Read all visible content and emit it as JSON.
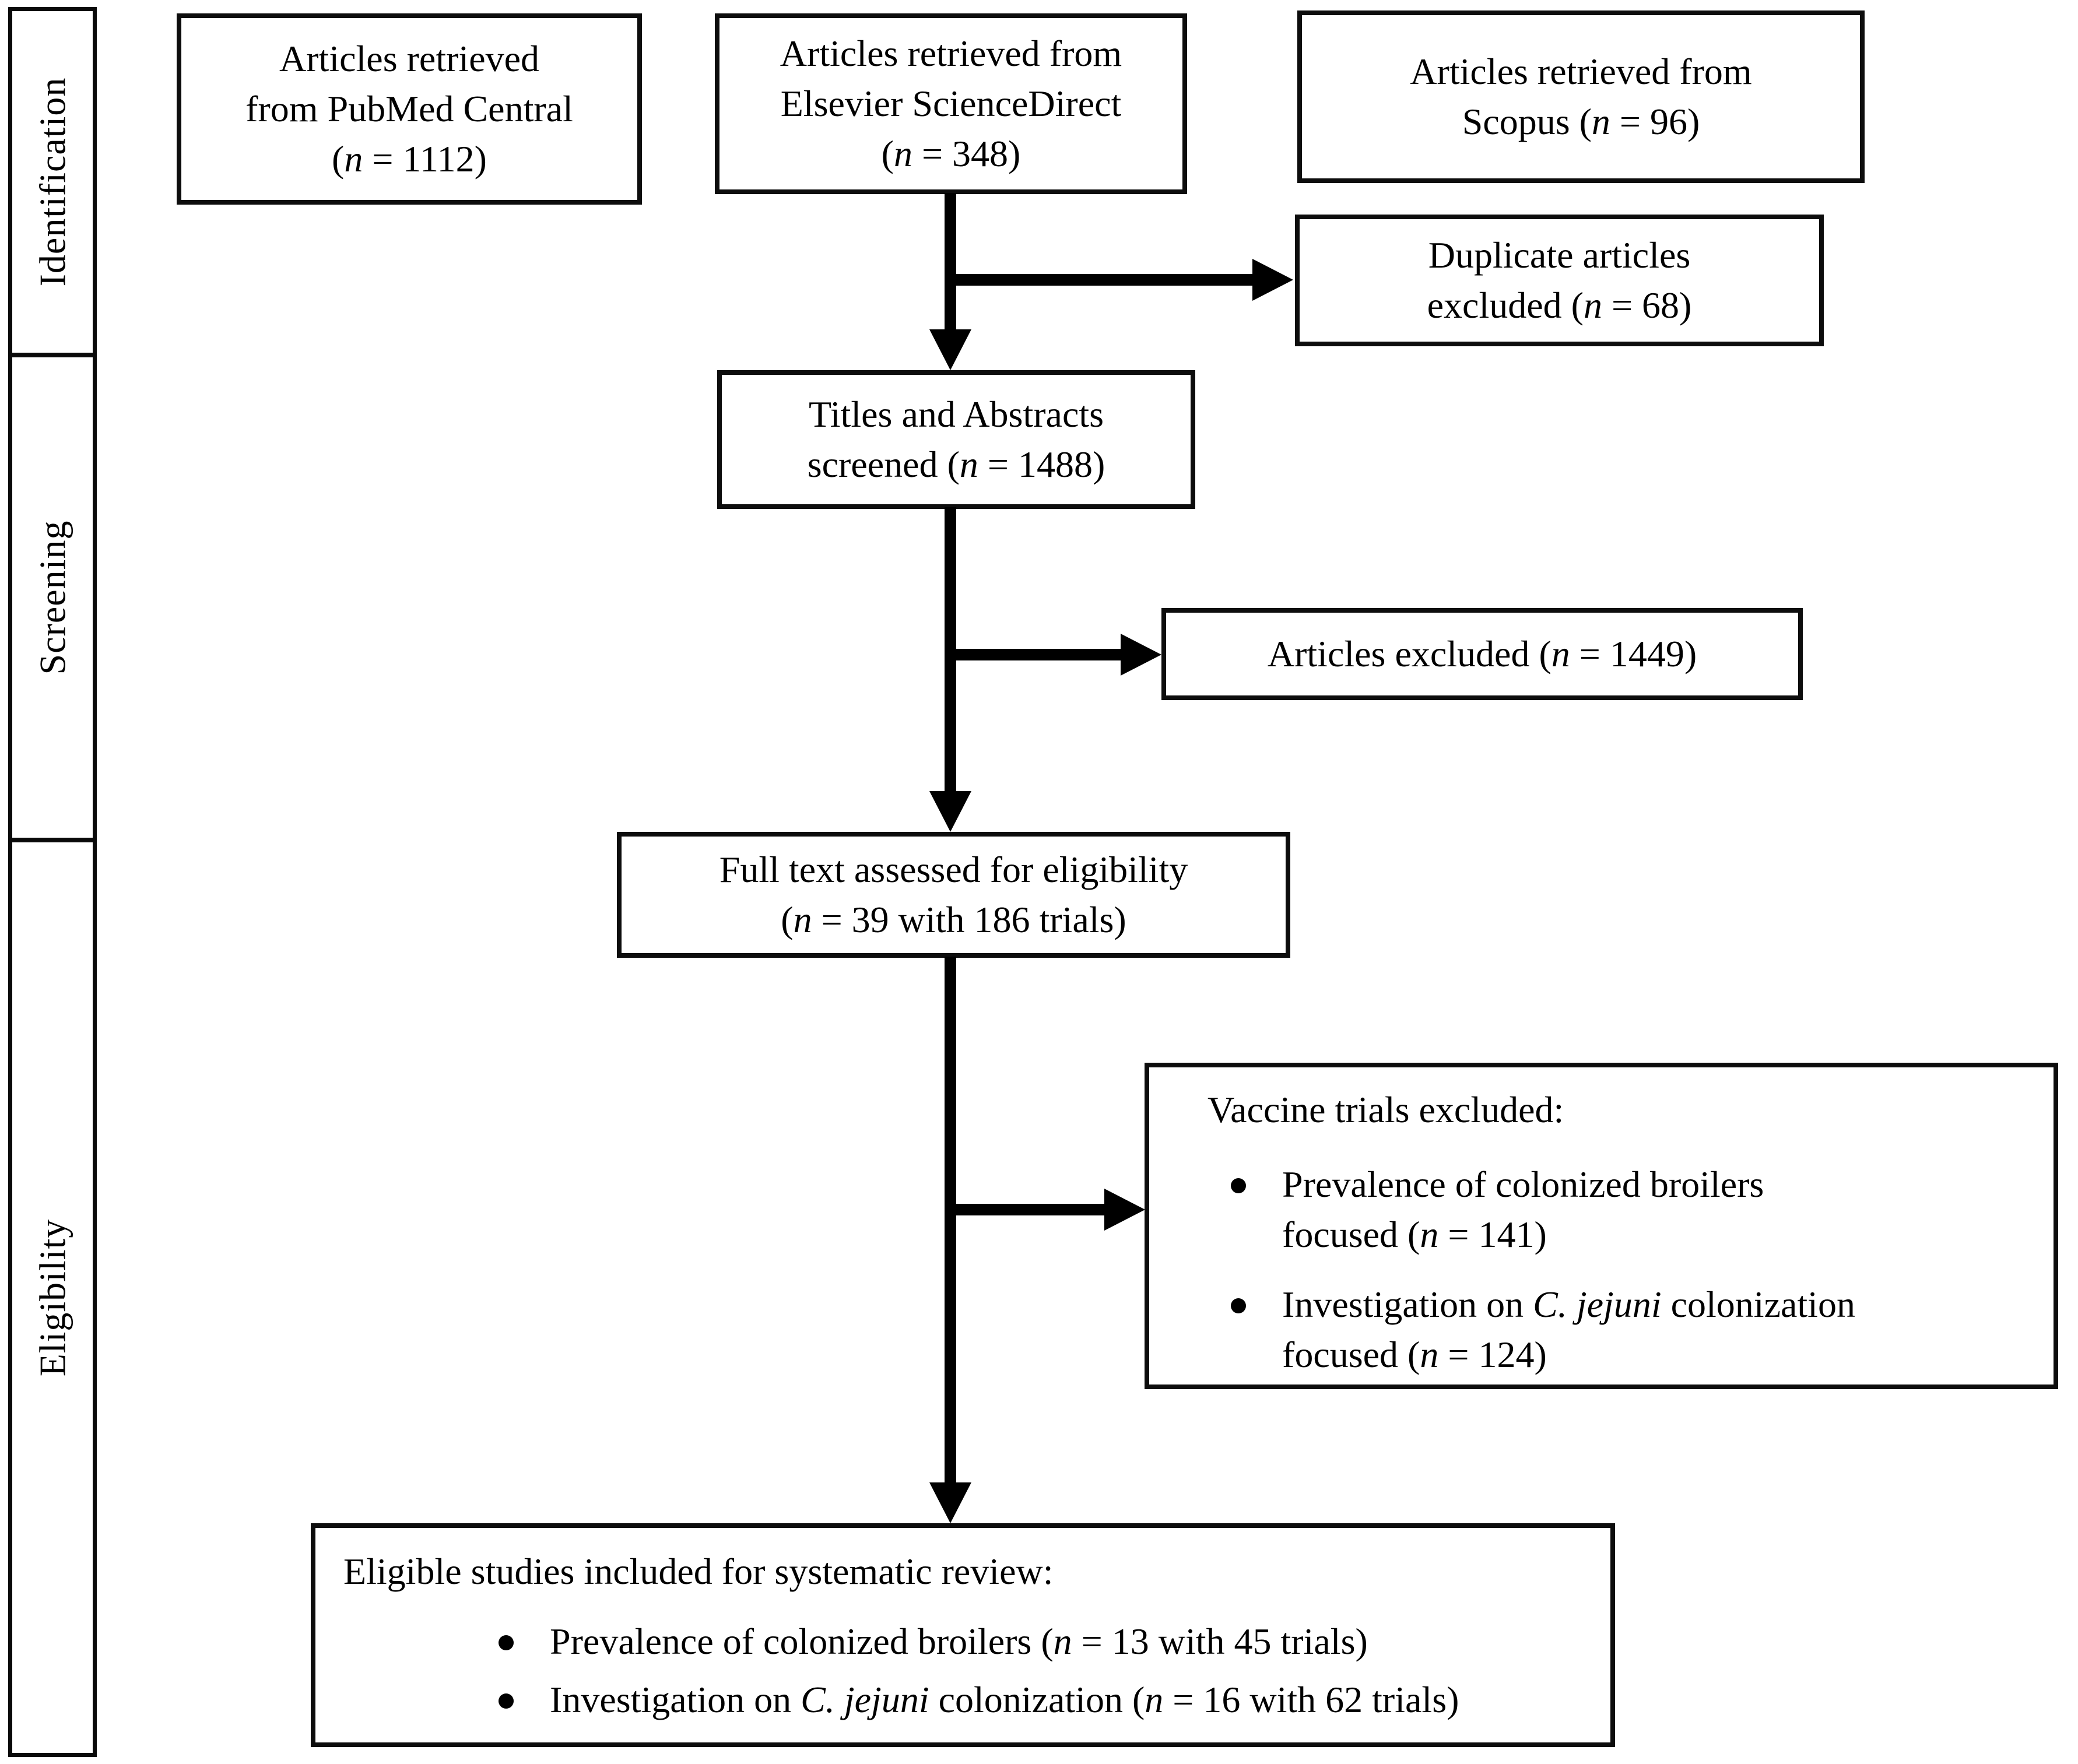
{
  "diagram": {
    "background_color": "#ffffff",
    "line_color": "#000000",
    "sidebar": {
      "sections": [
        {
          "label": "Identification"
        },
        {
          "label": "Screening"
        },
        {
          "label": "Eligibility"
        }
      ]
    },
    "boxes": {
      "pubmed": {
        "lines": [
          [
            {
              "t": "Articles retrieved"
            }
          ],
          [
            {
              "t": "from PubMed Central"
            }
          ],
          [
            {
              "t": "("
            },
            {
              "t": "n",
              "i": true
            },
            {
              "t": " = 1112)"
            }
          ]
        ]
      },
      "elsevier": {
        "lines": [
          [
            {
              "t": "Articles retrieved from"
            }
          ],
          [
            {
              "t": "Elsevier ScienceDirect"
            }
          ],
          [
            {
              "t": "("
            },
            {
              "t": "n",
              "i": true
            },
            {
              "t": " = 348)"
            }
          ]
        ]
      },
      "scopus": {
        "lines": [
          [
            {
              "t": "Articles retrieved from"
            }
          ],
          [
            {
              "t": "Scopus  ("
            },
            {
              "t": "n",
              "i": true
            },
            {
              "t": " = 96)"
            }
          ]
        ]
      },
      "duplicates": {
        "lines": [
          [
            {
              "t": "Duplicate articles"
            }
          ],
          [
            {
              "t": "excluded  ("
            },
            {
              "t": "n",
              "i": true
            },
            {
              "t": " = 68)"
            }
          ]
        ]
      },
      "titles_screened": {
        "lines": [
          [
            {
              "t": "Titles and Abstracts"
            }
          ],
          [
            {
              "t": "screened  ("
            },
            {
              "t": "n",
              "i": true
            },
            {
              "t": " = 1488)"
            }
          ]
        ]
      },
      "articles_excluded": {
        "lines": [
          [
            {
              "t": "Articles excluded ("
            },
            {
              "t": "n",
              "i": true
            },
            {
              "t": " = 1449)"
            }
          ]
        ]
      },
      "full_text": {
        "lines": [
          [
            {
              "t": "Full text assessed for eligibility"
            }
          ],
          [
            {
              "t": "("
            },
            {
              "t": "n",
              "i": true
            },
            {
              "t": " = 39 with 186 trials)"
            }
          ]
        ]
      },
      "vaccine_excluded": {
        "title": [
          [
            {
              "t": "Vaccine trials excluded:"
            }
          ]
        ],
        "bullets": [
          {
            "lines": [
              [
                {
                  "t": "Prevalence of colonized broilers"
                }
              ],
              [
                {
                  "t": "focused  ("
                },
                {
                  "t": "n",
                  "i": true
                },
                {
                  "t": " = 141)"
                }
              ]
            ]
          },
          {
            "lines": [
              [
                {
                  "t": "Investigation on "
                },
                {
                  "t": "C. jejuni",
                  "i": true
                },
                {
                  "t": " colonization"
                }
              ],
              [
                {
                  "t": "focused ("
                },
                {
                  "t": "n",
                  "i": true
                },
                {
                  "t": " = 124)"
                }
              ]
            ]
          }
        ]
      },
      "eligible": {
        "title": [
          [
            {
              "t": "Eligible studies included for systematic review:"
            }
          ]
        ],
        "bullets": [
          {
            "lines": [
              [
                {
                  "t": "Prevalence of colonized broilers ("
                },
                {
                  "t": "n",
                  "i": true
                },
                {
                  "t": " = 13 with 45 trials)"
                }
              ]
            ]
          },
          {
            "lines": [
              [
                {
                  "t": "Investigation on "
                },
                {
                  "t": "C. jejuni",
                  "i": true
                },
                {
                  "t": " colonization ("
                },
                {
                  "t": "n",
                  "i": true
                },
                {
                  "t": " = 16 with 62 trials)"
                }
              ]
            ]
          }
        ]
      }
    }
  }
}
